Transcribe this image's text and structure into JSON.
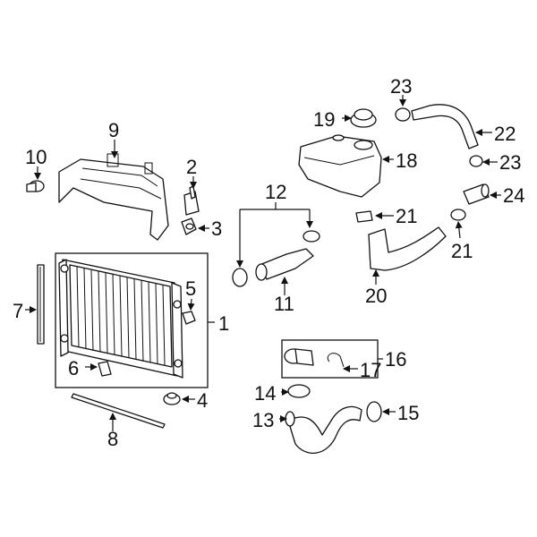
{
  "diagram": {
    "callouts": {
      "c1": "1",
      "c2": "2",
      "c3": "3",
      "c4": "4",
      "c5": "5",
      "c6": "6",
      "c7": "7",
      "c8": "8",
      "c9": "9",
      "c10": "10",
      "c11": "11",
      "c12": "12",
      "c13": "13",
      "c14": "14",
      "c15": "15",
      "c16": "16",
      "c17": "17",
      "c18": "18",
      "c19": "19",
      "c20": "20",
      "c21a": "21",
      "c21b": "21",
      "c22": "22",
      "c23a": "23",
      "c23b": "23",
      "c24": "24"
    }
  }
}
